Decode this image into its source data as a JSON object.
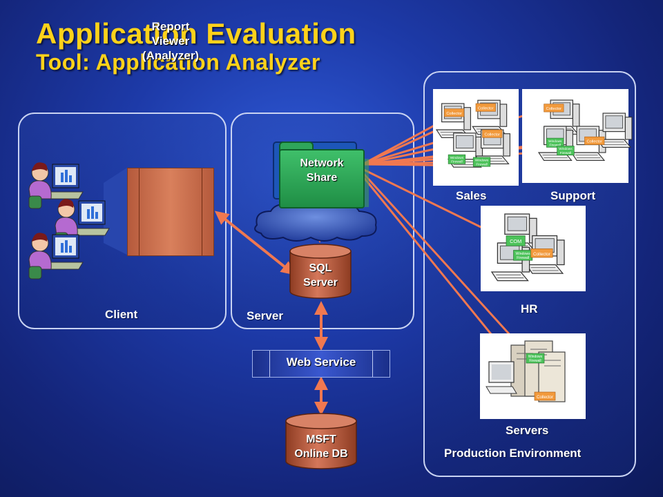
{
  "title": {
    "line1": "Application Evaluation",
    "line2": "Tool: Application Analyzer"
  },
  "panels": {
    "client_label": "Client",
    "server_label": "Server",
    "production_label": "Production Environment"
  },
  "report_viewer": {
    "line1": "Report",
    "line2": "Viewer",
    "line3": "(Analyzer)"
  },
  "network_share": {
    "line1": "Network",
    "line2": "Share"
  },
  "sql_server": {
    "line1": "SQL",
    "line2": "Server"
  },
  "web_service": "Web Service",
  "msft_db": {
    "line1": "MSFT",
    "line2": "Online DB"
  },
  "groups": {
    "sales": "Sales",
    "support": "Support",
    "hr": "HR",
    "servers": "Servers"
  },
  "tags": {
    "collector": "Collector",
    "firewall": "Windows Firewall",
    "com": "COM"
  },
  "colors": {
    "title": "#ffd21a",
    "connector": "#f07850",
    "share_green": "#2fa65a",
    "report_brown": "#c96a48",
    "cylinder": "#c2603e",
    "collector_tag": "#f29a3c",
    "firewall_tag": "#4cc25a"
  },
  "icons": [
    "user-at-computer-icon",
    "computer-icon",
    "server-tower-icon",
    "cloud-icon",
    "database-cylinder-icon"
  ]
}
